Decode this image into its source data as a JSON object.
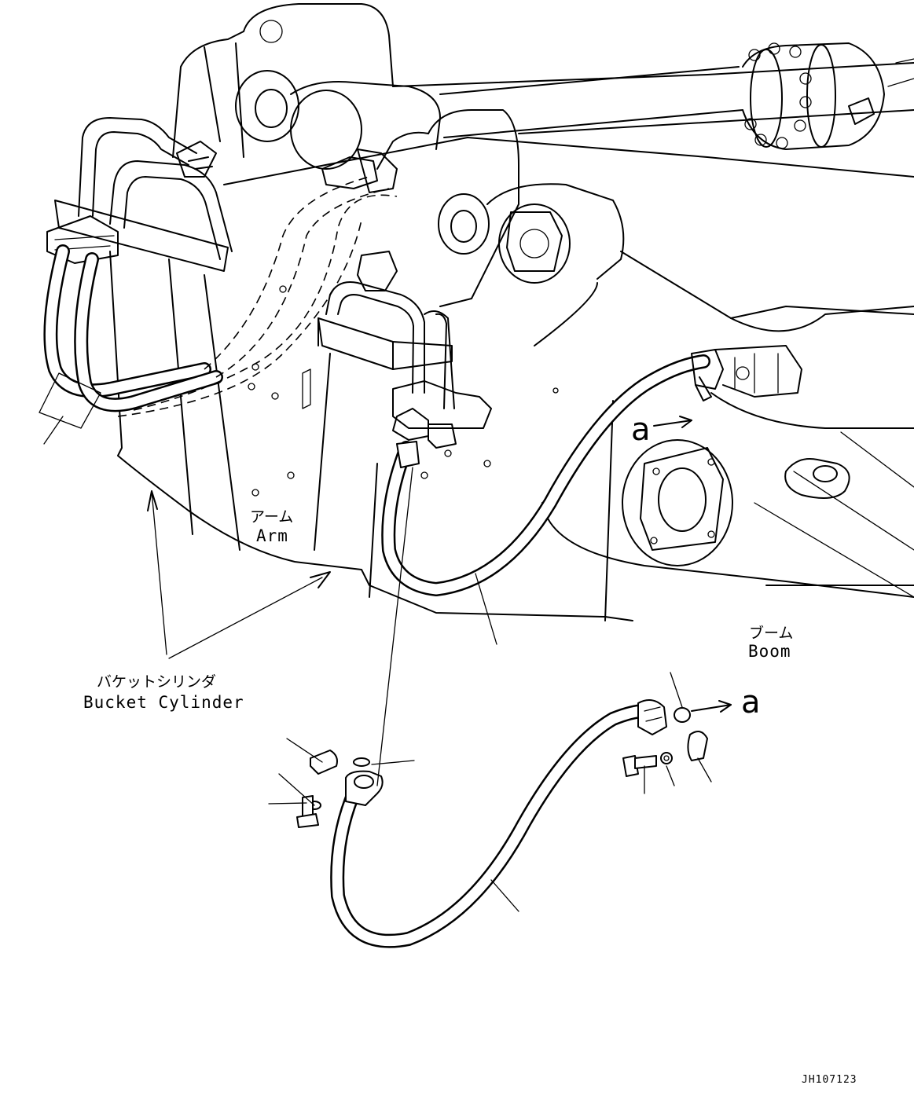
{
  "labels": {
    "arm_jp": "アーム",
    "arm_en": "Arm",
    "boom_jp": "ブーム",
    "boom_en": "Boom",
    "bucket_cylinder_jp": "バケットシリンダ",
    "bucket_cylinder_en": "Bucket Cylinder",
    "detail_ref_a": "a",
    "detail_ref_a2": "a",
    "drawing_code": "JH107123"
  },
  "icons": {
    "hose": "hydraulic-hose-icon",
    "bolt": "bolt-icon",
    "washer": "washer-icon",
    "clamp": "split-flange-clamp-icon",
    "oring": "o-ring-icon"
  }
}
